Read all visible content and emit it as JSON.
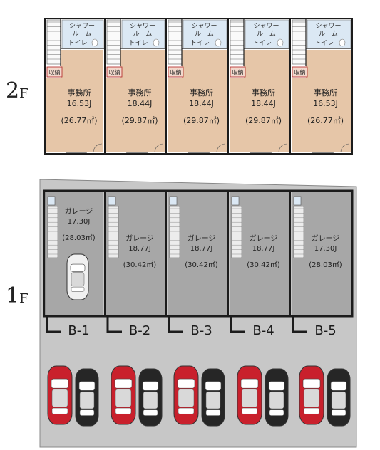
{
  "floors": {
    "upper": {
      "num": "2",
      "suffix": "F"
    },
    "lower": {
      "num": "1",
      "suffix": "F"
    }
  },
  "second_floor": {
    "units": [
      {
        "storage": "収納",
        "shower_l1": "シャワー",
        "shower_l2": "ルーム",
        "toilet": "トイレ",
        "room": "事務所",
        "area_j": "16.53J",
        "area_m2": "(26.77㎡)"
      },
      {
        "storage": "収納",
        "shower_l1": "シャワー",
        "shower_l2": "ルーム",
        "toilet": "トイレ",
        "room": "事務所",
        "area_j": "18.44J",
        "area_m2": "(29.87㎡)"
      },
      {
        "storage": "収納",
        "shower_l1": "シャワー",
        "shower_l2": "ルーム",
        "toilet": "トイレ",
        "room": "事務所",
        "area_j": "18.44J",
        "area_m2": "(29.87㎡)"
      },
      {
        "storage": "収納",
        "shower_l1": "シャワー",
        "shower_l2": "ルーム",
        "toilet": "トイレ",
        "room": "事務所",
        "area_j": "18.44J",
        "area_m2": "(29.87㎡)"
      },
      {
        "storage": "収納",
        "shower_l1": "シャワー",
        "shower_l2": "ルーム",
        "toilet": "トイレ",
        "room": "事務所",
        "area_j": "16.53J",
        "area_m2": "(26.77㎡)"
      }
    ]
  },
  "first_floor": {
    "garages": [
      {
        "label": "ガレージ",
        "area_j": "17.30J",
        "area_m2": "(28.03㎡)",
        "bay": "B-1"
      },
      {
        "label": "ガレージ",
        "area_j": "18.77J",
        "area_m2": "(30.42㎡)",
        "bay": "B-2"
      },
      {
        "label": "ガレージ",
        "area_j": "18.77J",
        "area_m2": "(30.42㎡)",
        "bay": "B-3"
      },
      {
        "label": "ガレージ",
        "area_j": "18.77J",
        "area_m2": "(30.42㎡)",
        "bay": "B-4"
      },
      {
        "label": "ガレージ",
        "area_j": "17.30J",
        "area_m2": "(28.03㎡)",
        "bay": "B-5"
      }
    ]
  },
  "colors": {
    "office_floor": "#e6c6a8",
    "wet_area": "#dbe8f4",
    "garage_floor": "#a7a7a7",
    "lot": "#c7c7c7",
    "wall": "#1c1c1c",
    "storage_bg": "#f2d8cc",
    "car_red": "#c9202c",
    "car_black": "#262626",
    "car_white": "#f0f0f0"
  }
}
